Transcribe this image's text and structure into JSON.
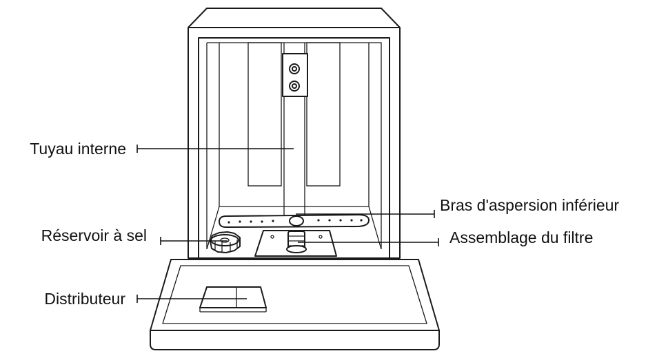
{
  "diagram": {
    "labels": {
      "internal_pipe": "Tuyau interne",
      "lower_spray_arm": "Bras d'aspersion inférieur",
      "salt_reservoir": "Réservoir à sel",
      "filter_assembly": "Assemblage du filtre",
      "dispenser": "Distributeur"
    },
    "colors": {
      "line": "#1a1a1a",
      "text": "#111111",
      "background": "#ffffff"
    }
  }
}
